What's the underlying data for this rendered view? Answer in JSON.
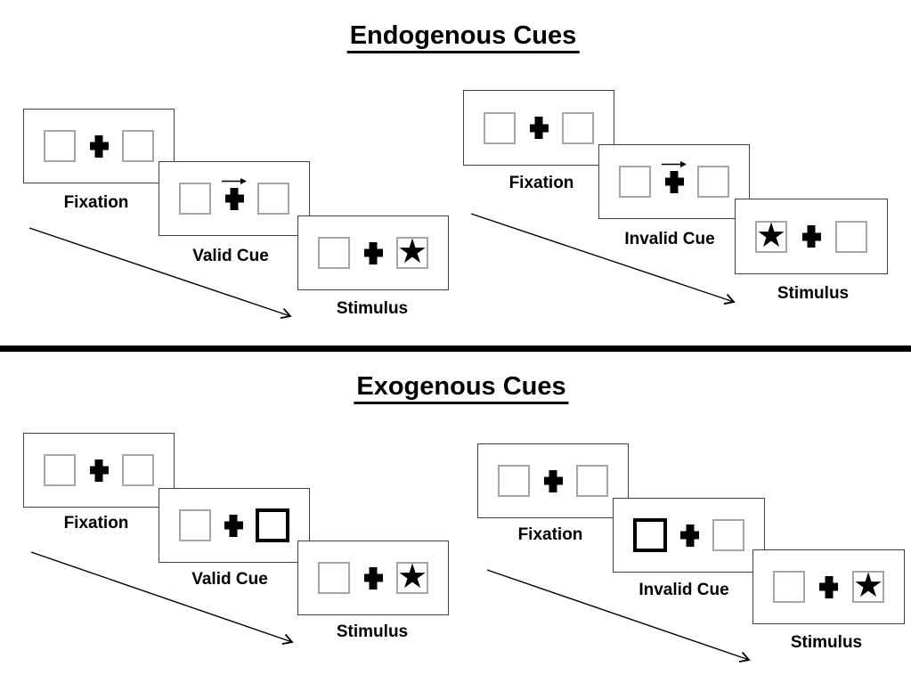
{
  "diagram": "Posner attention cueing task schematic",
  "colors": {
    "background": "#ffffff",
    "ink": "#000000",
    "panel_border": "#404040",
    "placeholder_box_border": "#a6a6a6"
  },
  "icons": {
    "fixation_cross": "+",
    "target_star": "★",
    "cue_arrow": "→"
  },
  "sections": [
    {
      "title": "Endogenous Cues",
      "sequences": [
        {
          "name": "valid",
          "frames": [
            {
              "label": "Fixation"
            },
            {
              "label": "Valid Cue"
            },
            {
              "label": "Stimulus"
            }
          ]
        },
        {
          "name": "invalid",
          "frames": [
            {
              "label": "Fixation"
            },
            {
              "label": "Invalid Cue"
            },
            {
              "label": "Stimulus"
            }
          ]
        }
      ]
    },
    {
      "title": "Exogenous Cues",
      "sequences": [
        {
          "name": "valid",
          "frames": [
            {
              "label": "Fixation"
            },
            {
              "label": "Valid Cue"
            },
            {
              "label": "Stimulus"
            }
          ]
        },
        {
          "name": "invalid",
          "frames": [
            {
              "label": "Fixation"
            },
            {
              "label": "Invalid Cue"
            },
            {
              "label": "Stimulus"
            }
          ]
        }
      ]
    }
  ]
}
